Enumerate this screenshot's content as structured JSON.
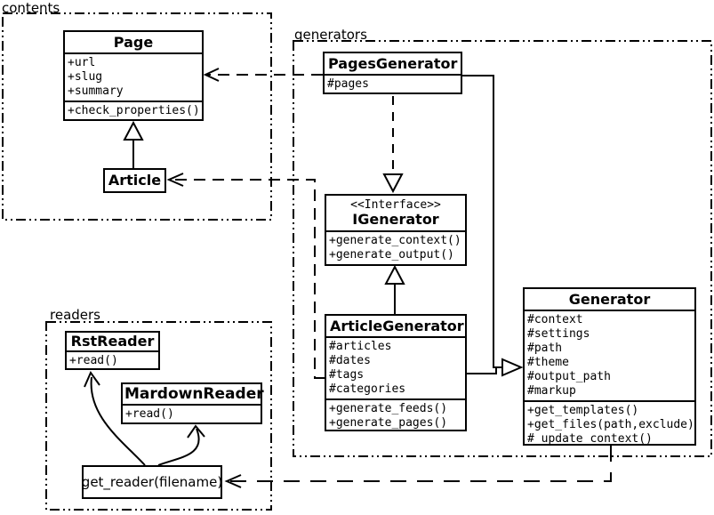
{
  "diagram": {
    "type": "uml-class-diagram",
    "colors": {
      "line": "#000000",
      "background": "#ffffff",
      "text": "#000000"
    }
  },
  "packages": {
    "contents": {
      "label": "contents"
    },
    "generators": {
      "label": "generators"
    },
    "readers": {
      "label": "readers"
    }
  },
  "classes": {
    "page": {
      "name": "Page",
      "attributes": [
        "+url",
        "+slug",
        "+summary"
      ],
      "methods": [
        "+check_properties()"
      ]
    },
    "article": {
      "name": "Article"
    },
    "pages_generator": {
      "name": "PagesGenerator",
      "attributes": [
        "#pages"
      ]
    },
    "igenerator": {
      "stereotype": "<<Interface>>",
      "name": "IGenerator",
      "methods": [
        "+generate_context()",
        "+generate_output()"
      ]
    },
    "article_generator": {
      "name": "ArticleGenerator",
      "attributes": [
        "#articles",
        "#dates",
        "#tags",
        "#categories"
      ],
      "methods": [
        "+generate_feeds()",
        "+generate_pages()"
      ]
    },
    "generator": {
      "name": "Generator",
      "attributes": [
        "#context",
        "#settings",
        "#path",
        "#theme",
        "#output_path",
        "#markup"
      ],
      "methods": [
        "+get_templates()",
        "+get_files(path,exclude)",
        "#_update_context()"
      ]
    },
    "rst_reader": {
      "name": "RstReader",
      "methods": [
        "+read()"
      ]
    },
    "mardown_reader": {
      "name": "MardownReader",
      "methods": [
        "+read()"
      ]
    },
    "get_reader": {
      "label": "get_reader(filename)"
    }
  },
  "relationships": [
    {
      "type": "generalization",
      "from": "Article",
      "to": "Page"
    },
    {
      "type": "dependency",
      "from": "PagesGenerator",
      "to": "Page"
    },
    {
      "type": "dependency",
      "from": "ArticleGenerator",
      "to": "Article"
    },
    {
      "type": "realization",
      "from": "PagesGenerator",
      "to": "IGenerator"
    },
    {
      "type": "generalization",
      "from": "ArticleGenerator",
      "to": "IGenerator"
    },
    {
      "type": "generalization",
      "from": "PagesGenerator",
      "to": "Generator"
    },
    {
      "type": "generalization",
      "from": "ArticleGenerator",
      "to": "Generator"
    },
    {
      "type": "dependency",
      "from": "Generator",
      "to": "get_reader(filename)"
    },
    {
      "type": "association",
      "from": "get_reader(filename)",
      "to": "RstReader"
    },
    {
      "type": "association",
      "from": "get_reader(filename)",
      "to": "MardownReader"
    }
  ]
}
